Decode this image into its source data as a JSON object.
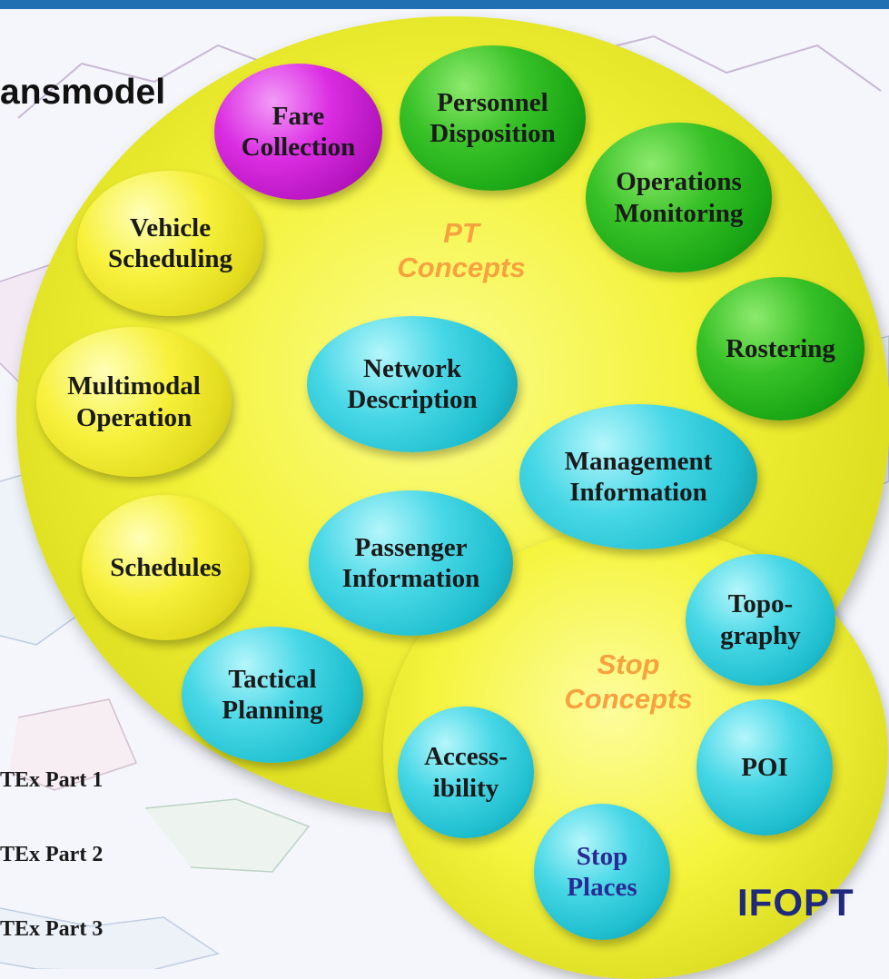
{
  "title_main": "ansmodel",
  "title_ifopt": "IFOPT",
  "concepts": {
    "pt": "PT\nConcepts",
    "stop": "Stop\nConcepts"
  },
  "bubbles": {
    "fare_collection": "Fare\nCollection",
    "personnel_disposition": "Personnel\nDisposition",
    "operations_monitoring": "Operations\nMonitoring",
    "vehicle_scheduling": "Vehicle\nScheduling",
    "rostering": "Rostering",
    "multimodal_operation": "Multimodal\nOperation",
    "network_description": "Network\nDescription",
    "management_information": "Management\nInformation",
    "schedules": "Schedules",
    "passenger_information": "Passenger\nInformation",
    "topography": "Topo-\ngraphy",
    "tactical_planning": "Tactical\nPlanning",
    "accessibility": "Access-\nibility",
    "poi": "POI",
    "stop_places": "Stop\nPlaces"
  },
  "legend": [
    "TEx Part 1",
    "TEx Part 2",
    "TEx Part 3"
  ],
  "colors": {
    "group_green": "#19a515",
    "group_yellow": "#e3dc1f",
    "group_cyan": "#1ebecf",
    "group_magenta": "#b414bd",
    "concept_text": "#f7a23f",
    "ifopt_text": "#202a7c"
  }
}
